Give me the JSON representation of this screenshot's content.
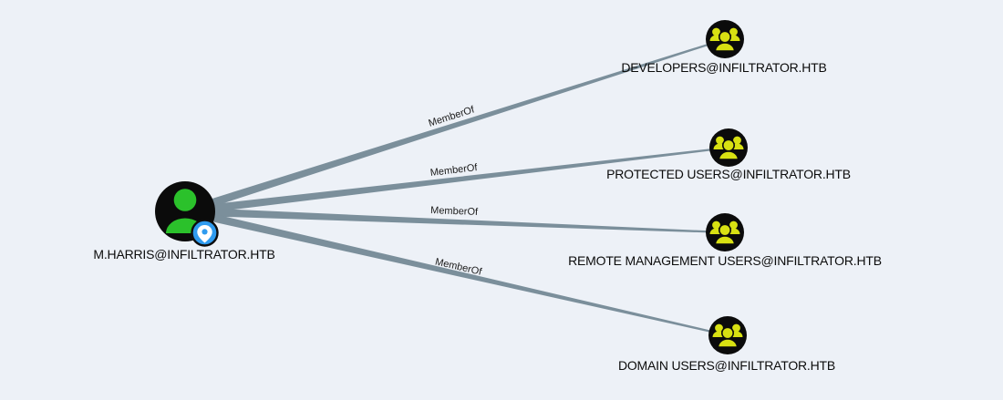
{
  "canvas": {
    "background": "#edf1f7"
  },
  "colors": {
    "edge": "#7b8f9b",
    "node_fill": "#0b0b0b",
    "user_icon_green": "#2bc12b",
    "group_icon_yellow": "#d8e112",
    "pin_blue": "#2f9bef",
    "pin_glyph": "#ffffff",
    "label_text": "#0c0c0c"
  },
  "nodes": [
    {
      "id": "m-harris",
      "type": "user",
      "label": "M.HARRIS@INFILTRATOR.HTB",
      "badge": "location-pin-icon"
    },
    {
      "id": "developers",
      "type": "group",
      "label": "DEVELOPERS@INFILTRATOR.HTB"
    },
    {
      "id": "protected-users",
      "type": "group",
      "label": "PROTECTED USERS@INFILTRATOR.HTB"
    },
    {
      "id": "remote-management-users",
      "type": "group",
      "label": "REMOTE MANAGEMENT USERS@INFILTRATOR.HTB"
    },
    {
      "id": "domain-users",
      "type": "group",
      "label": "DOMAIN USERS@INFILTRATOR.HTB"
    }
  ],
  "edges": [
    {
      "label": "MemberOf",
      "source": "M.HARRIS@INFILTRATOR.HTB",
      "target": "DEVELOPERS@INFILTRATOR.HTB"
    },
    {
      "label": "MemberOf",
      "source": "M.HARRIS@INFILTRATOR.HTB",
      "target": "PROTECTED USERS@INFILTRATOR.HTB"
    },
    {
      "label": "MemberOf",
      "source": "M.HARRIS@INFILTRATOR.HTB",
      "target": "REMOTE MANAGEMENT USERS@INFILTRATOR.HTB"
    },
    {
      "label": "MemberOf",
      "source": "M.HARRIS@INFILTRATOR.HTB",
      "target": "DOMAIN USERS@INFILTRATOR.HTB"
    }
  ]
}
